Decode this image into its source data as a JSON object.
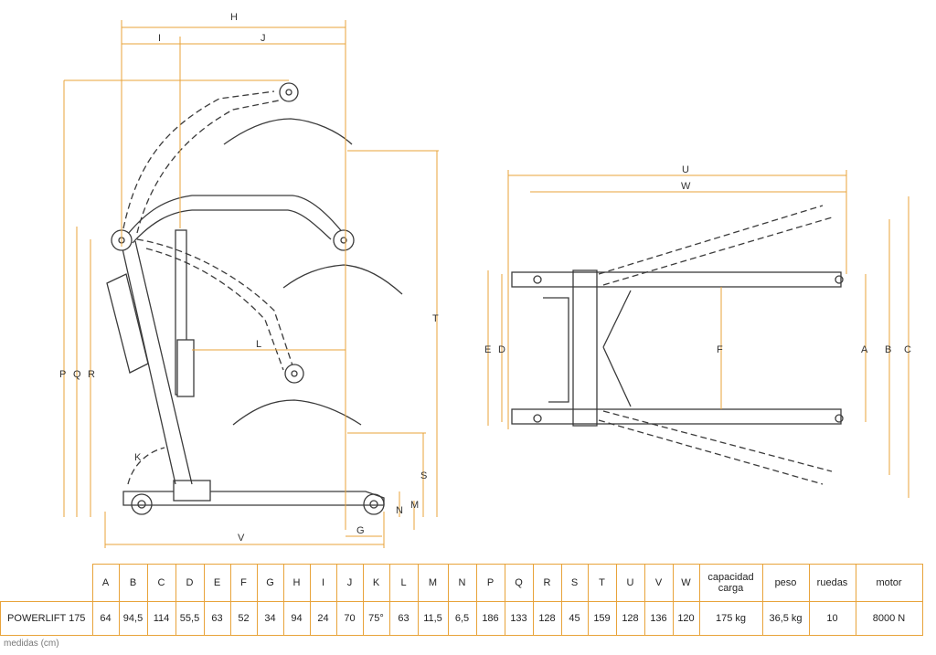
{
  "dimension_letters": [
    "A",
    "B",
    "C",
    "D",
    "E",
    "F",
    "G",
    "H",
    "I",
    "J",
    "K",
    "L",
    "M",
    "N",
    "P",
    "Q",
    "R",
    "S",
    "T",
    "U",
    "V",
    "W"
  ],
  "table": {
    "headers": [
      "A",
      "B",
      "C",
      "D",
      "E",
      "F",
      "G",
      "H",
      "I",
      "J",
      "K",
      "L",
      "M",
      "N",
      "P",
      "Q",
      "R",
      "S",
      "T",
      "U",
      "V",
      "W",
      "capacidad carga",
      "peso",
      "ruedas",
      "motor"
    ],
    "row_label": "POWERLIFT 175",
    "values": [
      "64",
      "94,5",
      "114",
      "55,5",
      "63",
      "52",
      "34",
      "94",
      "24",
      "70",
      "75°",
      "63",
      "11,5",
      "6,5",
      "186",
      "133",
      "128",
      "45",
      "159",
      "128",
      "136",
      "120",
      "175 kg",
      "36,5 kg",
      "10",
      "8000 N"
    ]
  },
  "footnote": "medidas (cm)",
  "colors": {
    "dimension_line": "#e8a33a",
    "drawing_line": "#3b3b3b"
  }
}
